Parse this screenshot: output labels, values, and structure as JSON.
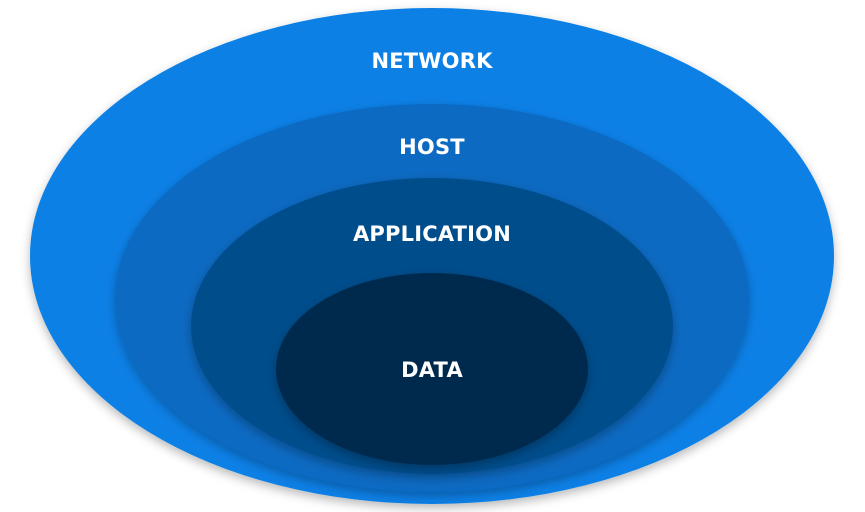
{
  "diagram": {
    "layers": [
      {
        "label": "NETWORK",
        "color": "#0880e6"
      },
      {
        "label": "HOST",
        "color": "#076bc2"
      },
      {
        "label": "APPLICATION",
        "color": "#004d8c"
      },
      {
        "label": "DATA",
        "color": "#002b4e"
      }
    ]
  }
}
